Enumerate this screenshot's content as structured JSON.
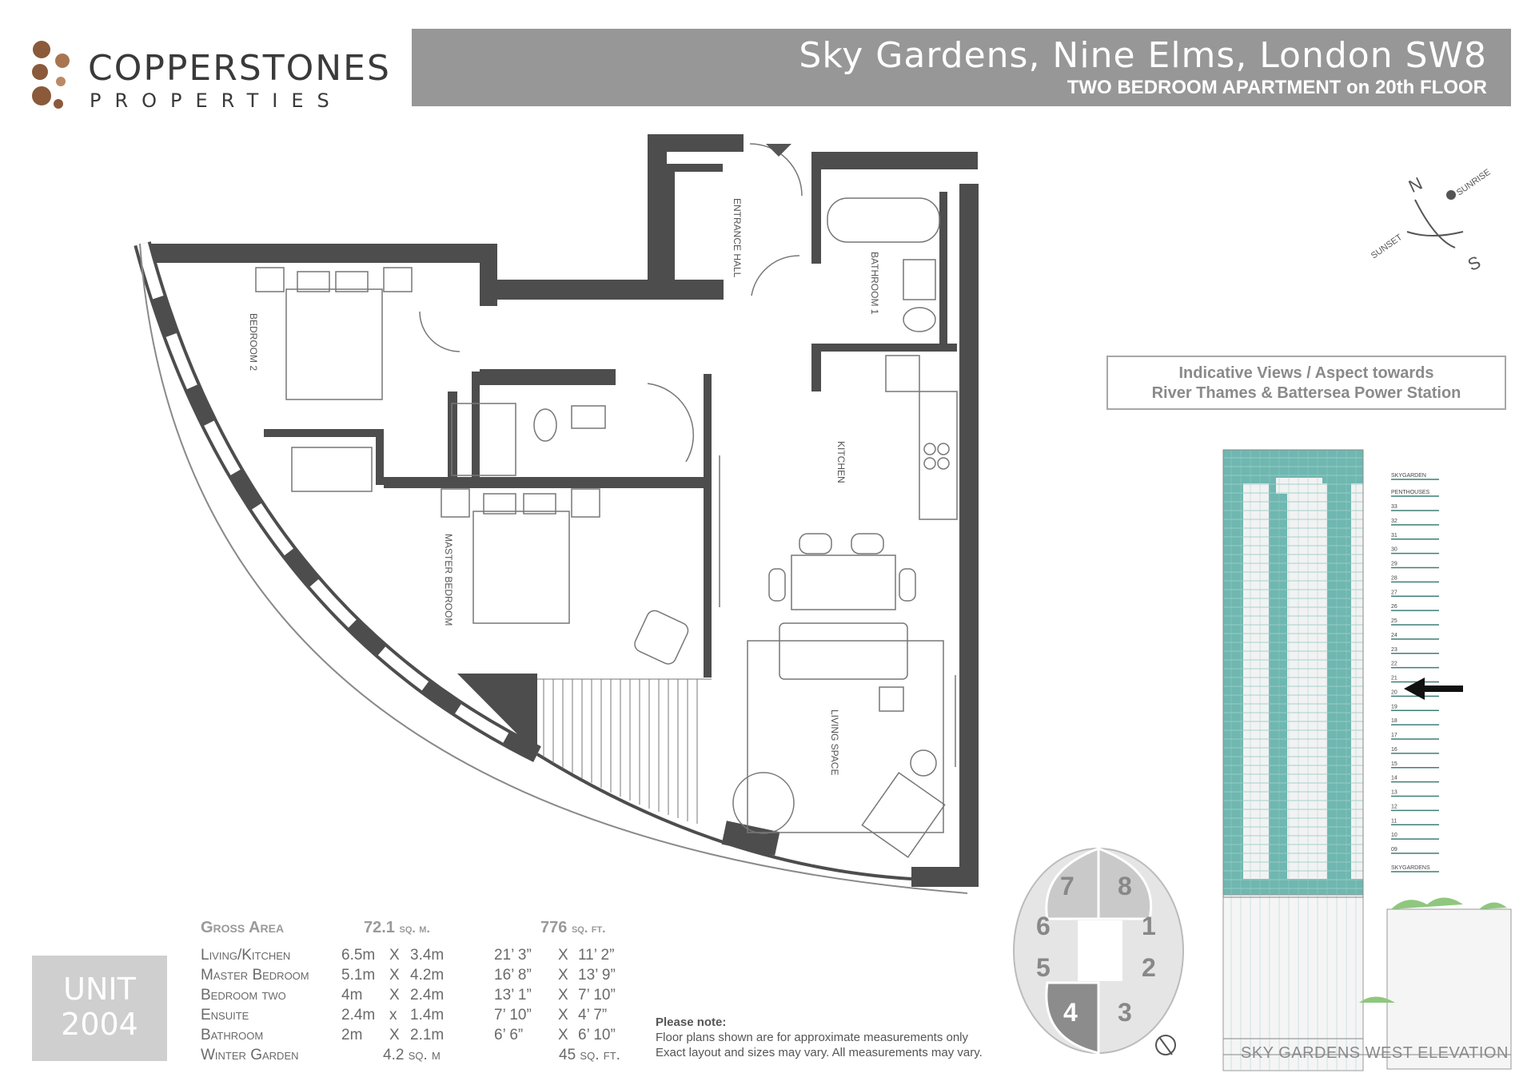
{
  "brand": {
    "name": "COPPERSTONES",
    "sub": "PROPERTIES",
    "dot_color": "#8a5a3a"
  },
  "header": {
    "title": "Sky Gardens, Nine Elms, London SW8",
    "subtitle": "TWO BEDROOM APARTMENT on 20th FLOOR",
    "band_color": "#979797"
  },
  "plan_labels": {
    "entrance_hall": "ENTRANCE HALL",
    "bathroom": "BATHROOM 1",
    "bedroom2": "BEDROOM 2",
    "kitchen": "KITCHEN",
    "master_bedroom": "MASTER BEDROOM",
    "living_space": "LIVING SPACE"
  },
  "compass": {
    "north": "N",
    "south": "S",
    "sunrise": "SUNRISE",
    "sunset": "SUNSET"
  },
  "views_box": {
    "line1": "Indicative Views / Aspect towards",
    "line2": "River Thames & Battersea Power Station"
  },
  "elevation": {
    "caption": "SKY GARDENS WEST ELEVATION",
    "top_label": "SKYGARDEN",
    "penthouses_label": "PENTHOUSES",
    "bottom_label": "SKYGARDENS",
    "floors": [
      "33",
      "32",
      "31",
      "30",
      "29",
      "28",
      "27",
      "26",
      "25",
      "24",
      "23",
      "22",
      "21",
      "20",
      "19",
      "18",
      "17",
      "16",
      "15",
      "14",
      "13",
      "12",
      "11",
      "10",
      "09"
    ],
    "highlight_floor": "20",
    "glass_color": "#6fb7b0"
  },
  "unit_key": {
    "units": [
      "7",
      "8",
      "6",
      "1",
      "5",
      "2",
      "4",
      "3"
    ],
    "highlight": "4"
  },
  "unit_badge": {
    "label": "UNIT",
    "number": "2004"
  },
  "area_table": {
    "gross_label": "Gross Area",
    "gross_metric_value": "72.1",
    "gross_metric_unit": "sq. m.",
    "gross_imperial_value": "776",
    "gross_imperial_unit": "sq. ft.",
    "rows": [
      {
        "name": "Living/Kitchen",
        "m1": "6.5m",
        "x1": "X",
        "m2": "3.4m",
        "i1": "21’ 3”",
        "x2": "X",
        "i2": "11’ 2”"
      },
      {
        "name": "Master Bedroom",
        "m1": "5.1m",
        "x1": "X",
        "m2": "4.2m",
        "i1": "16’ 8”",
        "x2": "X",
        "i2": "13’ 9”"
      },
      {
        "name": "Bedroom two",
        "m1": "4m",
        "x1": "X",
        "m2": "2.4m",
        "i1": "13’ 1”",
        "x2": "X",
        "i2": "7’ 10”"
      },
      {
        "name": "Ensuite",
        "m1": "2.4m",
        "x1": "x",
        "m2": "1.4m",
        "i1": "7’ 10”",
        "x2": "X",
        "i2": "4’ 7”"
      },
      {
        "name": "Bathroom",
        "m1": "2m",
        "x1": "X",
        "m2": "2.1m",
        "i1": "6’ 6”",
        "x2": "X",
        "i2": "6’ 10”"
      }
    ],
    "winter_garden": {
      "name": "Winter Garden",
      "metric": "4.2 sq. m",
      "imperial": "45 sq. ft."
    }
  },
  "note": {
    "title": "Please note:",
    "line1": "Floor plans shown are for approximate measurements only",
    "line2": "Exact layout and sizes may vary. All measurements may vary."
  }
}
